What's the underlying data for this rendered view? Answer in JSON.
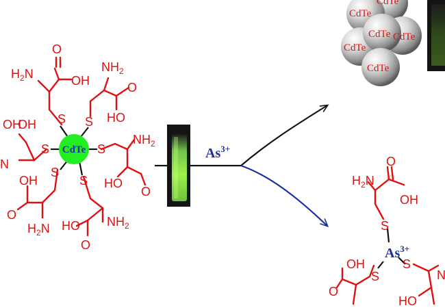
{
  "left_complex": {
    "core": "CdTe",
    "core_color": "#22ee22",
    "sulfur": "S",
    "amine": "NH2",
    "amine_sub": "2",
    "amine_left": "H2N",
    "acid": "OH",
    "acid_rev": "HO",
    "oxygen": "O",
    "cut_oh": "OH",
    "cut_n": "N"
  },
  "reaction": {
    "reagent": "As",
    "reagent_charge": "3+",
    "arrow_up_color": "#111111",
    "arrow_down_color": "#1a2fa0"
  },
  "vial": {
    "glow_color": "#8ee63a"
  },
  "aggregate": {
    "labels": [
      "CdTe",
      "CdTe",
      "CdTe",
      "CdTe",
      "CdTe",
      "CdTe"
    ]
  },
  "right_complex": {
    "center": "As",
    "center_charge": "3+",
    "sulfur": "S",
    "amine_left": "H2N",
    "acid": "OH",
    "acid_rev": "HO",
    "oxygen": "O",
    "cut_n": "N"
  }
}
